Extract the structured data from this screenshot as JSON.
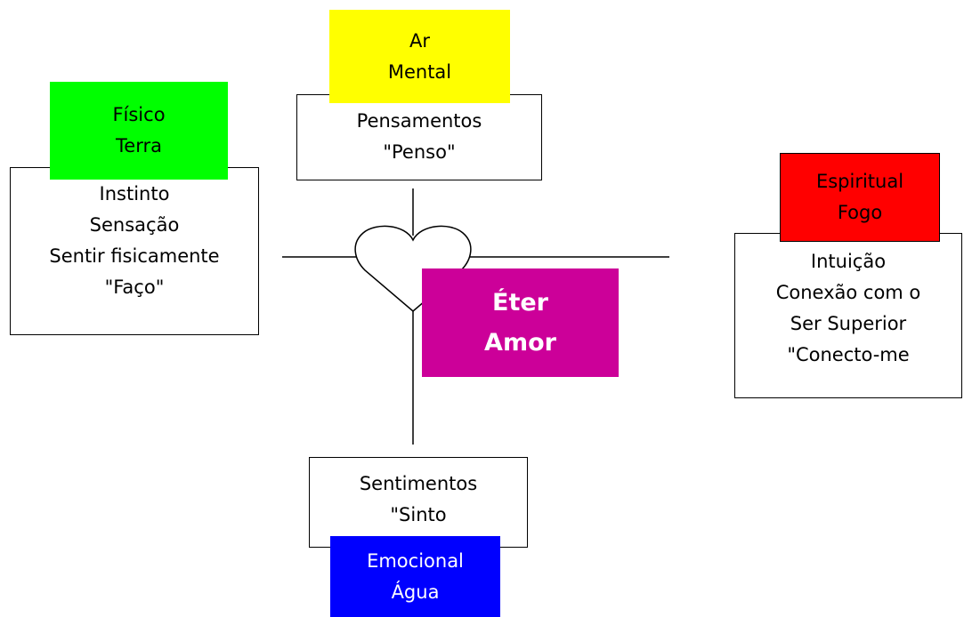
{
  "colors": {
    "fisico": "#00ff00",
    "mental": "#ffff00",
    "espiritual": "#ff0000",
    "emocional": "#0000ff",
    "eter": "#cc0099",
    "stroke": "#000000"
  },
  "fisico": {
    "tag": [
      "Físico",
      "Terra"
    ],
    "lines": [
      "Instinto",
      "Sensação",
      "Sentir fisicamente",
      "\"Faço\""
    ]
  },
  "mental": {
    "tag": [
      "Ar",
      "Mental"
    ],
    "lines": [
      "Pensamentos",
      "\"Penso\""
    ]
  },
  "espiritual": {
    "tag": [
      "Espiritual",
      "Fogo"
    ],
    "lines": [
      "Intuição",
      "Conexão com o",
      "Ser Superior",
      "\"Conecto-me"
    ]
  },
  "emocional": {
    "tag": [
      "Emocional",
      "Água"
    ],
    "lines": [
      "Sentimentos",
      "\"Sinto"
    ]
  },
  "eter": {
    "lines": [
      "Éter",
      "Amor"
    ]
  }
}
